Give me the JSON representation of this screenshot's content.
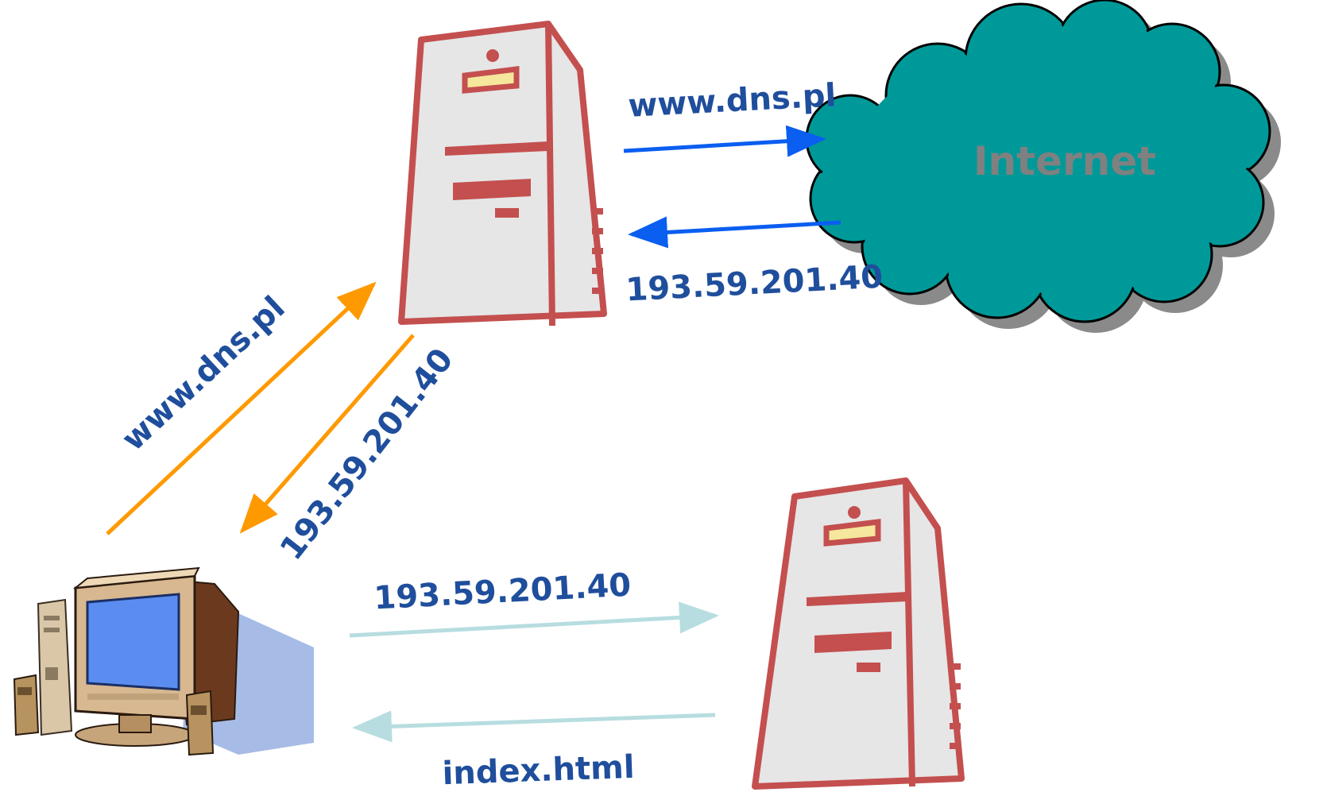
{
  "cloud": {
    "label": "Internet",
    "fill": "#009999"
  },
  "labels": {
    "dns_query_internet": "www.dns.pl",
    "dns_reply_internet": "193.59.201.40",
    "dns_query_client": "www.dns.pl",
    "dns_reply_client": "193.59.201.40",
    "http_request": "193.59.201.40",
    "http_response": "index.html"
  },
  "colors": {
    "text": "#1f4e9c",
    "arrow_blue": "#0a5ef0",
    "arrow_orange": "#ff9900",
    "arrow_light": "#b7dde0",
    "server_outline": "#c44f4f",
    "server_body": "#e6e6e6"
  },
  "icons": [
    "dns-server-icon",
    "web-server-icon",
    "client-computer-icon",
    "internet-cloud-icon"
  ]
}
